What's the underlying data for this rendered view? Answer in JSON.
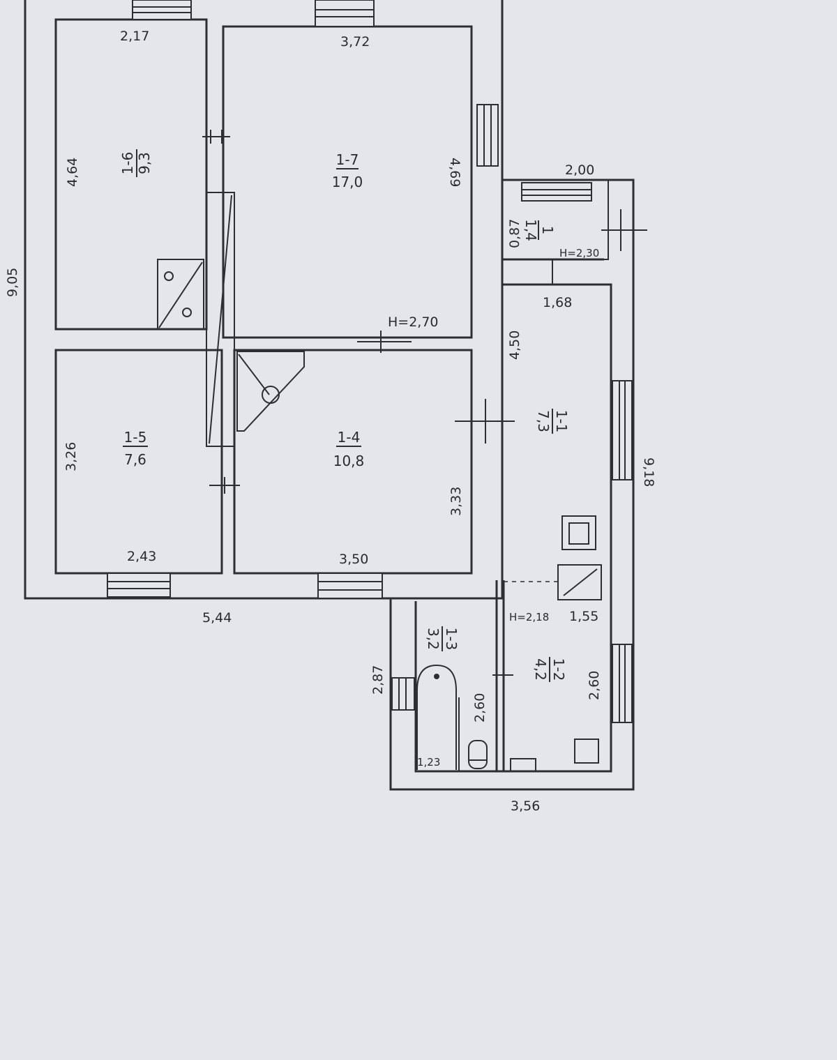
{
  "plan": {
    "dims": {
      "d_217": "2,17",
      "d_372": "3,72",
      "d_464": "4,64",
      "d_469": "4,69",
      "d_905": "9,05",
      "d_326": "3,26",
      "d_243": "2,43",
      "d_350": "3,50",
      "d_333": "3,33",
      "d_544": "5,44",
      "d_200": "2,00",
      "d_087": "0,87",
      "d_168": "1,68",
      "d_450": "4,50",
      "d_918": "9,18",
      "d_155": "1,55",
      "d_287": "2,87",
      "d_260a": "2,60",
      "d_260b": "2,60",
      "d_123": "1,23",
      "d_356": "3,56"
    },
    "heights": {
      "h_main": "H=2,70",
      "h_porch": "H=2,30",
      "h_kitchen": "H=2,18"
    },
    "rooms": [
      {
        "code": "1-6",
        "area": "9,3"
      },
      {
        "code": "1-7",
        "area": "17,0"
      },
      {
        "code": "1-5",
        "area": "7,6"
      },
      {
        "code": "1-4",
        "area": "10,8"
      },
      {
        "code": "1-1",
        "area": "7,3"
      },
      {
        "code": "1-3",
        "area": "3,2"
      },
      {
        "code": "1-2",
        "area": "4,2"
      },
      {
        "code": "1",
        "area": "1,4"
      }
    ]
  }
}
